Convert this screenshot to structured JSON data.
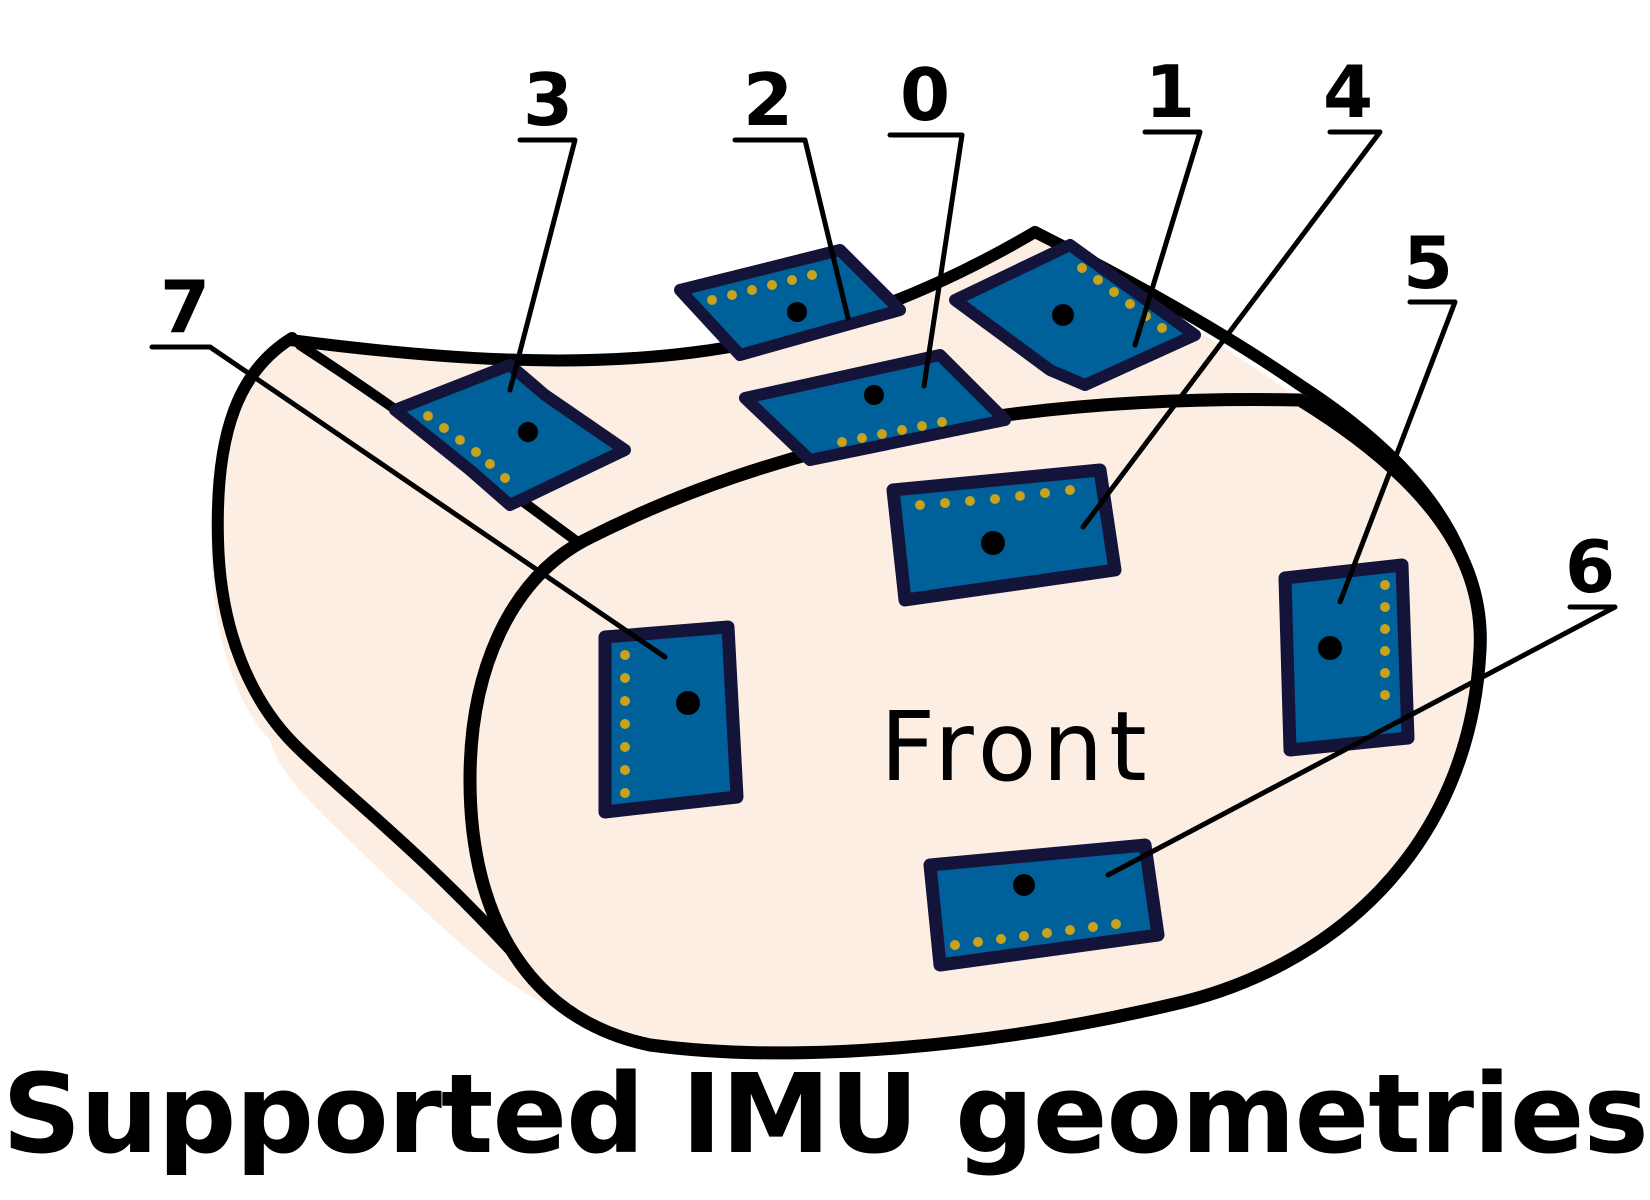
{
  "diagram": {
    "face_label": "Front",
    "caption": "Supported IMU geometries",
    "labels": [
      "0",
      "1",
      "2",
      "3",
      "4",
      "5",
      "6",
      "7"
    ],
    "colors": {
      "body_fill": "#fdeee4",
      "outline": "#000000",
      "board_fill": "#00619a",
      "board_border": "#14143a",
      "pin_dots": "#c8a21a"
    },
    "icons": [
      "imu-board-icon"
    ]
  }
}
